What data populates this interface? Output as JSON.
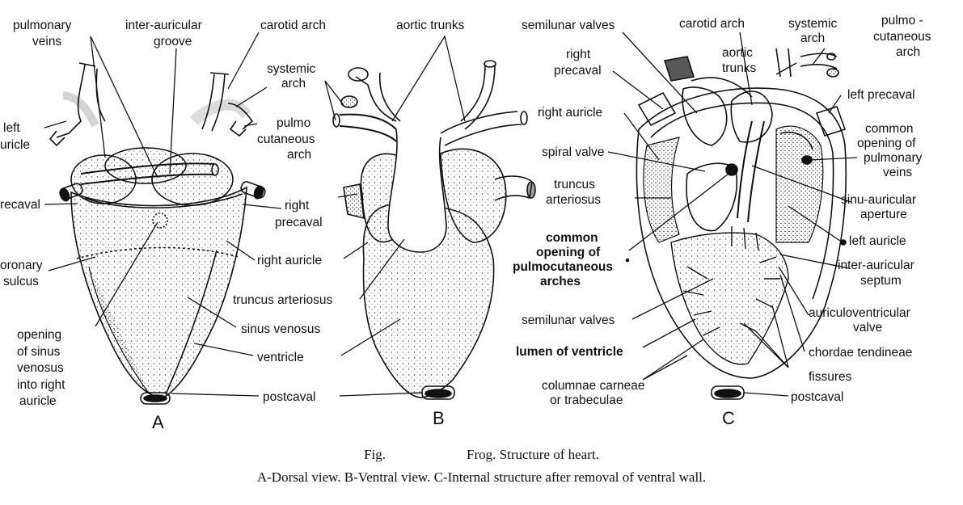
{
  "caption": {
    "fig": "Fig.",
    "title": "Frog. Structure of heart.",
    "subtitle": "A-Dorsal view.  B-Ventral view.   C-Internal structure after removal of  ventral wall."
  },
  "views": {
    "A": "A",
    "B": "B",
    "C": "C"
  },
  "labels_a": {
    "pulmonary_veins_1": "pulmonary",
    "pulmonary_veins_2": "veins",
    "inter_auricular_groove_1": "inter-auricular",
    "inter_auricular_groove_2": "groove",
    "carotid_arch": "carotid  arch",
    "systemic_arch_1": "systemic",
    "systemic_arch_2": "arch",
    "pulmo_1": "pulmo",
    "pulmo_2": "cutaneous",
    "pulmo_3": "arch",
    "left_auricle_1": "left",
    "left_auricle_2": "uricle",
    "precaval": "recaval",
    "right_precaval_1": "right",
    "right_precaval_2": "precaval",
    "coronary_1": "oronary",
    "coronary_2": "sulcus",
    "right_auricle": "right auricle",
    "opening_1": "opening",
    "opening_2": "of sinus",
    "opening_3": "venosus",
    "opening_4": "into right",
    "opening_5": "auricle",
    "sinus_venosus": "sinus venosus",
    "ventricle": "ventricle",
    "postcaval": "postcaval"
  },
  "labels_b": {
    "aortic_trunks": "aortic  trunks",
    "truncus_arteriosus": "truncus arteriosus"
  },
  "labels_c": {
    "semilunar_valves_top": "semilunar valves",
    "carotid_arch": "carotid arch",
    "systemic_1": "systemic",
    "systemic_2": "arch",
    "pulmo_1": "pulmo -",
    "pulmo_2": "cutaneous",
    "pulmo_3": "arch",
    "right_precaval_1": "right",
    "right_precaval_2": "precaval",
    "aortic_1": "aortic",
    "aortic_2": "trunks",
    "left_precaval": "left precaval",
    "right_auricle": "right auricle",
    "common_pv_1": "common",
    "common_pv_2": "opening of",
    "common_pv_3": "pulmonary",
    "common_pv_4": "veins",
    "spiral_valve": "spiral valve",
    "truncus_1": "truncus",
    "truncus_2": "arteriosus",
    "sinu_1": "sinu-auricular",
    "sinu_2": "aperture",
    "common_pc_1": "common",
    "common_pc_2": "opening of",
    "common_pc_3": "pulmocutaneous",
    "common_pc_4": "arches",
    "left_auricle": "left auricle",
    "inter_1": "inter-auricular",
    "inter_2": "septum",
    "semilunar_valves_bottom": "semilunar valves",
    "av_1": "auriculoventricular",
    "av_2": "valve",
    "lumen": "lumen of ventricle",
    "chordae": "chordae tendineae",
    "columnae_1": "columnae carneae",
    "columnae_2": "or trabeculae",
    "fissures": "fissures",
    "postcaval": "postcaval"
  }
}
